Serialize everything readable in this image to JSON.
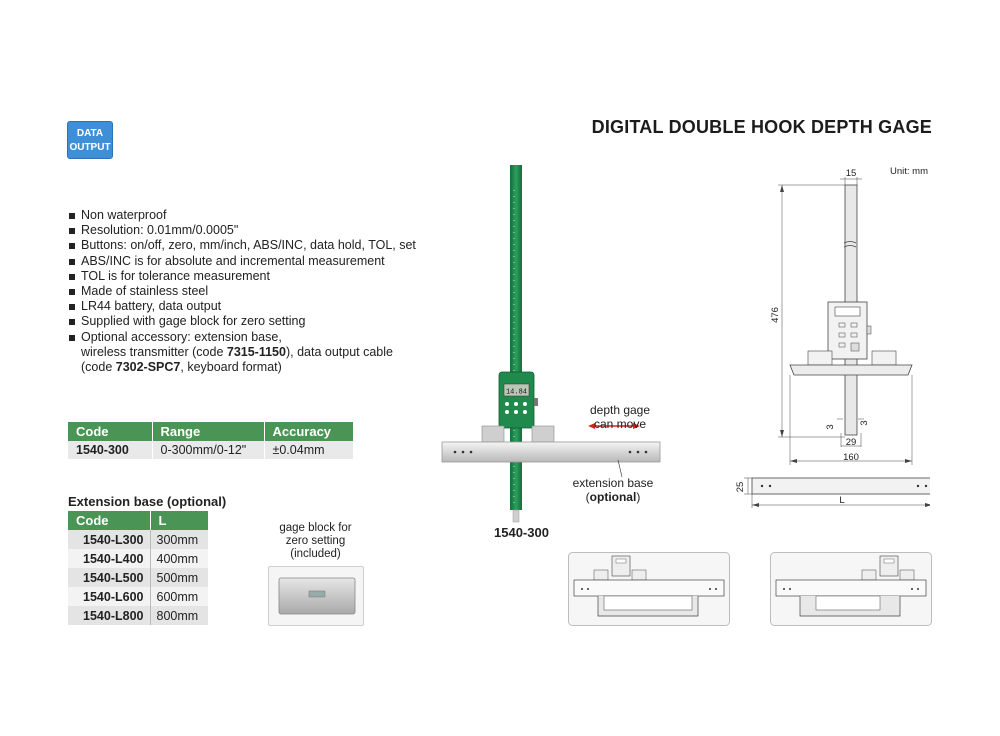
{
  "badge": {
    "line1": "DATA",
    "line2": "OUTPUT"
  },
  "title": "DIGITAL DOUBLE HOOK DEPTH GAGE",
  "features": [
    {
      "text": "Non waterproof"
    },
    {
      "text": "Resolution: 0.01mm/0.0005\""
    },
    {
      "text": "Buttons: on/off, zero, mm/inch, ABS/INC, data hold, TOL, set"
    },
    {
      "text": "ABS/INC is for absolute and incremental measurement"
    },
    {
      "text": "TOL is for tolerance measurement"
    },
    {
      "text": "Made of stainless steel"
    },
    {
      "text": "LR44 battery, data output"
    },
    {
      "text": "Supplied with gage block for zero setting"
    }
  ],
  "accessory": {
    "line1": "Optional accessory: extension base,",
    "line2_pre": "wireless transmitter (code ",
    "line2_code": "7315-1150",
    "line2_post": "), data output cable",
    "line3_pre": "(code ",
    "line3_code": "7302-SPC7",
    "line3_post": ", keyboard format)"
  },
  "spec_table": {
    "headers": [
      "Code",
      "Range",
      "Accuracy"
    ],
    "rows": [
      {
        "code": "1540-300",
        "range": "0-300mm/0-12\"",
        "accuracy": "±0.04mm"
      }
    ]
  },
  "extension": {
    "heading": "Extension base (optional)",
    "headers": [
      "Code",
      "L"
    ],
    "rows": [
      {
        "code": "1540-L300",
        "length": "300mm"
      },
      {
        "code": "1540-L400",
        "length": "400mm"
      },
      {
        "code": "1540-L500",
        "length": "500mm"
      },
      {
        "code": "1540-L600",
        "length": "600mm"
      },
      {
        "code": "1540-L800",
        "length": "800mm"
      }
    ]
  },
  "gage_block": {
    "line1": "gage block for",
    "line2": "zero setting",
    "line3": "(included)"
  },
  "product": {
    "model": "1540-300",
    "display_value": "14.84",
    "depth_caption_1": "depth gage",
    "depth_caption_2": "can move",
    "ext_caption_1": "extension base",
    "ext_caption_2": "optional"
  },
  "drawing": {
    "unit": "Unit: mm",
    "dim_top": "15",
    "dim_height": "476",
    "dim_left_3": "3",
    "dim_right_3": "3",
    "dim_29": "29",
    "dim_160": "160",
    "dim_25": "25",
    "dim_L": "L"
  },
  "colors": {
    "green": "#1f8a4c",
    "table_header": "#4a9455",
    "badge": "#3f8fd8",
    "red_arrow": "#e02020"
  }
}
